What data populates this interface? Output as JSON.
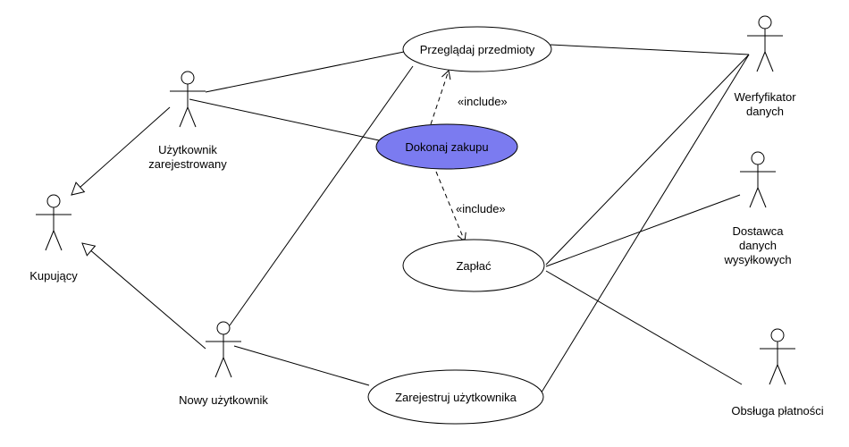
{
  "colors": {
    "line": "#000000",
    "usecase_fill": "#ffffff",
    "highlight_fill": "#7b7bf0",
    "background": "#ffffff"
  },
  "actors": [
    {
      "id": "uzytkownik",
      "lines": [
        "Użytkownik",
        "zarejestrowany"
      ]
    },
    {
      "id": "kupujacy",
      "lines": [
        "Kupujący"
      ]
    },
    {
      "id": "nowy",
      "lines": [
        "Nowy użytkownik"
      ]
    },
    {
      "id": "werfyfikator",
      "lines": [
        "Werfyfikator",
        "danych"
      ]
    },
    {
      "id": "dostawca",
      "lines": [
        "Dostawca",
        "danych",
        "wysyłkowych"
      ]
    },
    {
      "id": "obsluga",
      "lines": [
        "Obsługa płatności"
      ]
    }
  ],
  "use_cases": [
    {
      "id": "przegladaj",
      "label": "Przeglądaj przedmioty",
      "highlighted": false
    },
    {
      "id": "dokonaj",
      "label": "Dokonaj zakupu",
      "highlighted": true
    },
    {
      "id": "zaplac",
      "label": "Zapłać",
      "highlighted": false
    },
    {
      "id": "zarejestruj",
      "label": "Zarejestruj użytkownika",
      "highlighted": false
    }
  ],
  "relations": {
    "include_label": "«include»",
    "generalizations": [
      {
        "from": "uzytkownik",
        "to": "kupujacy"
      },
      {
        "from": "nowy",
        "to": "kupujacy"
      }
    ],
    "includes": [
      {
        "from": "dokonaj",
        "to": "przegladaj"
      },
      {
        "from": "dokonaj",
        "to": "zaplac"
      }
    ],
    "associations": [
      [
        "uzytkownik",
        "przegladaj"
      ],
      [
        "uzytkownik",
        "dokonaj"
      ],
      [
        "nowy",
        "przegladaj"
      ],
      [
        "nowy",
        "zarejestruj"
      ],
      [
        "przegladaj",
        "werfyfikator"
      ],
      [
        "zaplac",
        "werfyfikator"
      ],
      [
        "zarejestruj",
        "werfyfikator"
      ],
      [
        "zaplac",
        "dostawca"
      ],
      [
        "zaplac",
        "obsluga"
      ]
    ]
  }
}
